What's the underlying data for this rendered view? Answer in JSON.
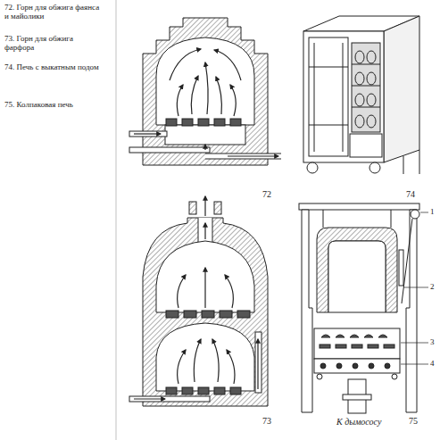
{
  "diagram": {
    "labels": [
      "72. Горн для обжига фаянса и майолики",
      "73. Горн для обжига фарфора",
      "74. Печь с выкатным подом",
      "75. Колпаковая печь",
      "72",
      "74",
      "73",
      "75",
      "1",
      "2",
      "3",
      "4",
      "К дымососу"
    ]
  }
}
